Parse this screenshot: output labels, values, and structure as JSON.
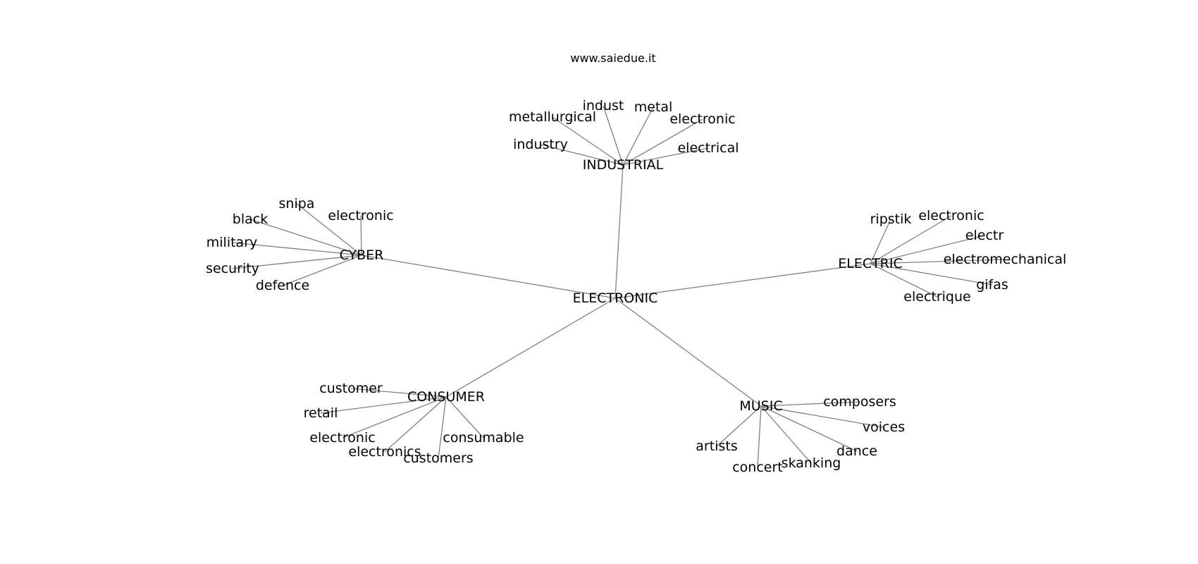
{
  "website": "www.saiedue.it",
  "root": {
    "id": "electronic_root",
    "label": "ELECTRONIC"
  },
  "clusters": [
    {
      "id": "industrial",
      "label": "INDUSTRIAL",
      "terms": [
        {
          "id": "ind_metallurgical",
          "label": "metallurgical"
        },
        {
          "id": "ind_indust",
          "label": "indust"
        },
        {
          "id": "ind_metal",
          "label": "metal"
        },
        {
          "id": "ind_electronic",
          "label": "electronic"
        },
        {
          "id": "ind_industry",
          "label": "industry"
        },
        {
          "id": "ind_electrical",
          "label": "electrical"
        }
      ]
    },
    {
      "id": "cyber",
      "label": "CYBER",
      "terms": [
        {
          "id": "cyb_snipa",
          "label": "snipa"
        },
        {
          "id": "cyb_black",
          "label": "black"
        },
        {
          "id": "cyb_electronic",
          "label": "electronic"
        },
        {
          "id": "cyb_military",
          "label": "military"
        },
        {
          "id": "cyb_security",
          "label": "security"
        },
        {
          "id": "cyb_defence",
          "label": "defence"
        }
      ]
    },
    {
      "id": "electric",
      "label": "ELECTRIC",
      "terms": [
        {
          "id": "ele_ripstik",
          "label": "ripstik"
        },
        {
          "id": "ele_electronic",
          "label": "electronic"
        },
        {
          "id": "ele_electr",
          "label": "electr"
        },
        {
          "id": "ele_electromechanical",
          "label": "electromechanical"
        },
        {
          "id": "ele_gifas",
          "label": "gifas"
        },
        {
          "id": "ele_electrique",
          "label": "electrique"
        }
      ]
    },
    {
      "id": "consumer",
      "label": "CONSUMER",
      "terms": [
        {
          "id": "con_customer",
          "label": "customer"
        },
        {
          "id": "con_retail",
          "label": "retail"
        },
        {
          "id": "con_electronic",
          "label": "electronic"
        },
        {
          "id": "con_electronics",
          "label": "electronics"
        },
        {
          "id": "con_customers",
          "label": "customers"
        },
        {
          "id": "con_consumable",
          "label": "consumable"
        }
      ]
    },
    {
      "id": "music",
      "label": "MUSIC",
      "terms": [
        {
          "id": "mus_composers",
          "label": "composers"
        },
        {
          "id": "mus_voices",
          "label": "voices"
        },
        {
          "id": "mus_dance",
          "label": "dance"
        },
        {
          "id": "mus_skanking",
          "label": "skanking"
        },
        {
          "id": "mus_concert",
          "label": "concert"
        },
        {
          "id": "mus_artists",
          "label": "artists"
        }
      ]
    }
  ]
}
